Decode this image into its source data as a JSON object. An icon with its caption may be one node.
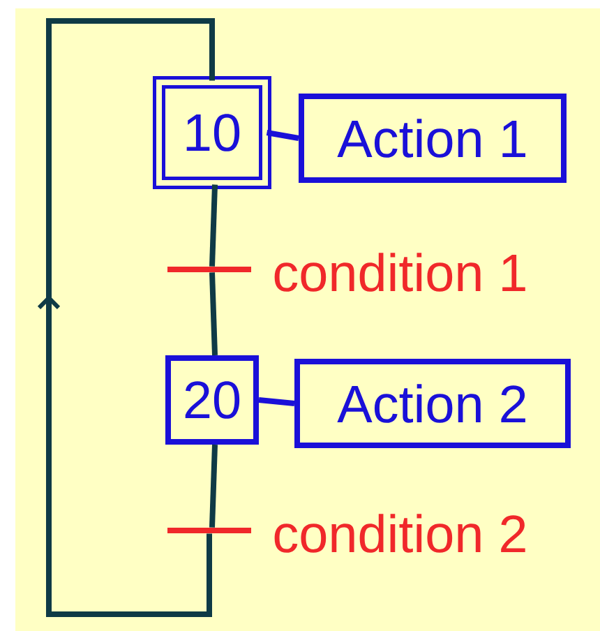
{
  "diagram": {
    "nodes": [
      {
        "text": [
          "10"
        ]
      },
      {
        "text": [
          "Action 1"
        ]
      },
      {
        "text": [],
        "shape": "bar",
        "beside": [
          "condition 1"
        ]
      },
      {
        "text": [
          "20"
        ]
      },
      {
        "text": [
          "Action 2"
        ]
      },
      {
        "text": [],
        "shape": "bar",
        "beside": [
          "condition 2"
        ]
      }
    ],
    "edges": [
      {
        "from": 0,
        "to": 1,
        "arrow": "none",
        "color": "#1a10d8"
      },
      {
        "from": 0,
        "to": 2,
        "arrow": "none"
      },
      {
        "from": 2,
        "to": 3,
        "arrow": "none"
      },
      {
        "from": 3,
        "to": 4,
        "arrow": "none",
        "color": "#1a10d8"
      },
      {
        "from": 3,
        "to": 5,
        "arrow": "none"
      },
      {
        "from": 5,
        "to": 0,
        "arrow": "to"
      }
    ]
  }
}
